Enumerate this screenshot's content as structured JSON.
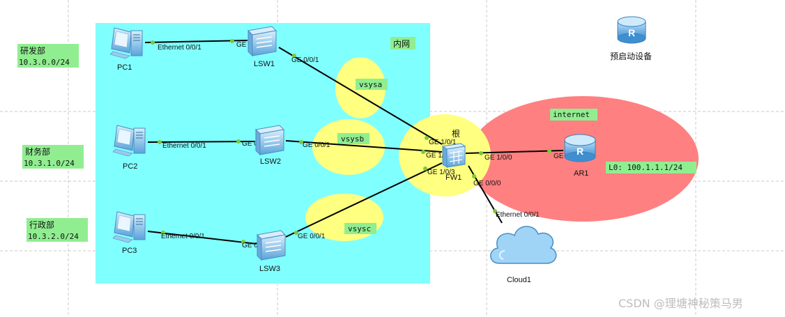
{
  "zones": {
    "intranet": "内网",
    "internet": "internet",
    "root": "根",
    "vsysa": "vsysa",
    "vsysb": "vsysb",
    "vsysc": "vsysc"
  },
  "departments": [
    {
      "name": "研发部",
      "subnet": "10.3.0.0/24"
    },
    {
      "name": "财务部",
      "subnet": "10.3.1.0/24"
    },
    {
      "name": "行政部",
      "subnet": "10.3.2.0/24"
    }
  ],
  "devices": {
    "pc1": "PC1",
    "pc2": "PC2",
    "pc3": "PC3",
    "lsw1": "LSW1",
    "lsw2": "LSW2",
    "lsw3": "LSW3",
    "fw1": "FW1",
    "ar1": "AR1",
    "cloud1": "Cloud1",
    "preboot": "预启动设备"
  },
  "ports": {
    "pc1_eth": "Ethernet 0/0/1",
    "lsw1_ge2": "GE 0/0/2",
    "lsw1_ge1": "GE 0/0/1",
    "pc2_eth": "Ethernet 0/0/1",
    "lsw2_ge2": "GE 0/0/2",
    "lsw2_ge1": "GE 0/0/1",
    "pc3_eth": "Ethernet 0/0/1",
    "lsw3_ge2": "GE 0/0/2",
    "lsw3_ge1": "GE 0/0/1",
    "fw_ge101": "GE 1/0/1",
    "fw_ge102": "GE 1/0/2",
    "fw_ge103": "GE 1/0/3",
    "fw_ge100": "GE 1/0/0",
    "fw_ge000": "GE 0/0/0",
    "ar1_ge000": "GE 0/0/0",
    "cloud_eth": "Ethernet 0/0/1"
  },
  "ar1_loopback": "L0: 100.1.1.1/24",
  "watermark": "CSDN @理塘神秘策马男",
  "colors": {
    "intranet": "#80ffff",
    "vsys": "#ffff80",
    "internet": "#ff8080",
    "label_bg": "#90ee90",
    "link": "#000000",
    "port_dot": "#7ec73b",
    "device_blue": "#6fb2e6"
  }
}
